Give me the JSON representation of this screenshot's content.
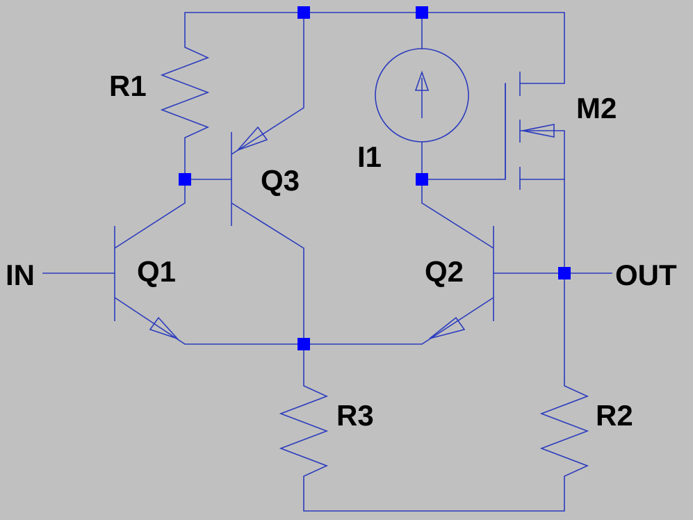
{
  "colors": {
    "background": "#c0c0c0",
    "wire": "#2b3bbd",
    "junction": "#0000ff",
    "label": "#000000"
  },
  "components": {
    "r1": "R1",
    "r2": "R2",
    "r3": "R3",
    "q1": "Q1",
    "q2": "Q2",
    "q3": "Q3",
    "m2": "M2",
    "i1": "I1"
  },
  "ports": {
    "in": "IN",
    "out": "OUT"
  }
}
